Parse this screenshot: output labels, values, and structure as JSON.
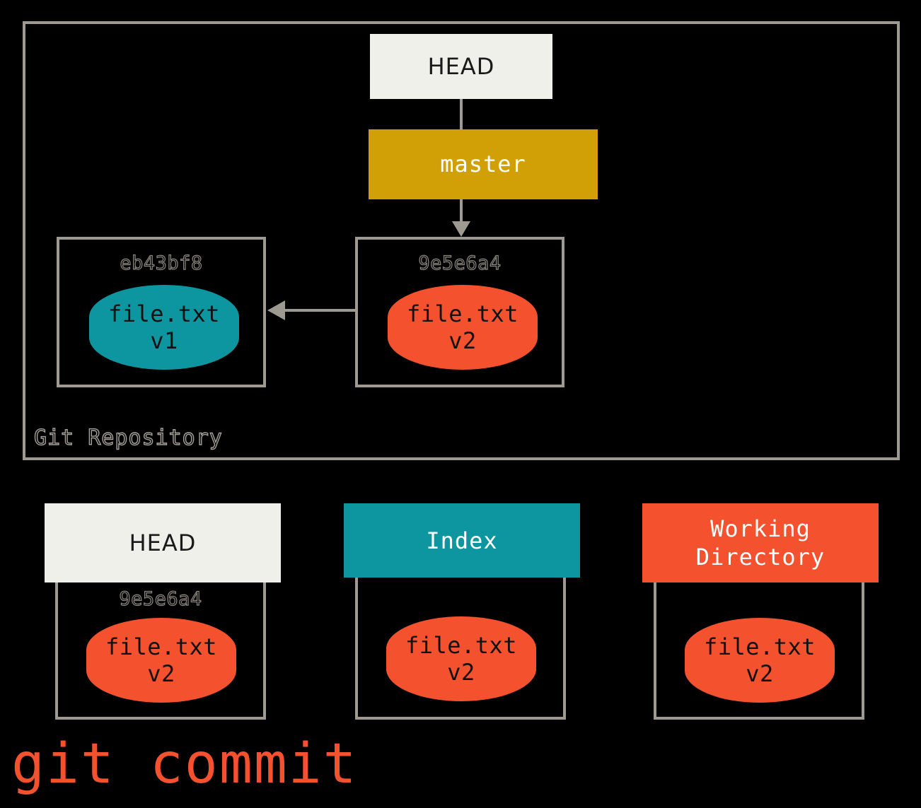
{
  "diagram": {
    "caption": "git commit",
    "repository": {
      "label": "Git Repository",
      "head_ref": "HEAD",
      "branch_ref": "master",
      "commits": [
        {
          "hash": "eb43bf8",
          "file_name": "file.txt",
          "file_version": "v1",
          "blob_color": "#0d96a0"
        },
        {
          "hash": "9e5e6a4",
          "file_name": "file.txt",
          "file_version": "v2",
          "blob_color": "#f4522e"
        }
      ]
    },
    "areas": [
      {
        "title": "HEAD",
        "hash": "9e5e6a4",
        "file_name": "file.txt",
        "file_version": "v2",
        "header_color": "#eff0e9",
        "blob_color": "#f4522e"
      },
      {
        "title": "Index",
        "hash": "",
        "file_name": "file.txt",
        "file_version": "v2",
        "header_color": "#0d96a0",
        "blob_color": "#f4522e"
      },
      {
        "title": "Working\nDirectory",
        "title_line1": "Working",
        "title_line2": "Directory",
        "hash": "",
        "file_name": "file.txt",
        "file_version": "v2",
        "header_color": "#f4522e",
        "blob_color": "#f4522e"
      }
    ]
  },
  "colors": {
    "background": "#000000",
    "frame_gray": "#9e9a92",
    "teal": "#0d96a0",
    "orange_red": "#f4522e",
    "gold": "#d0a006",
    "off_white": "#eff0e9"
  }
}
